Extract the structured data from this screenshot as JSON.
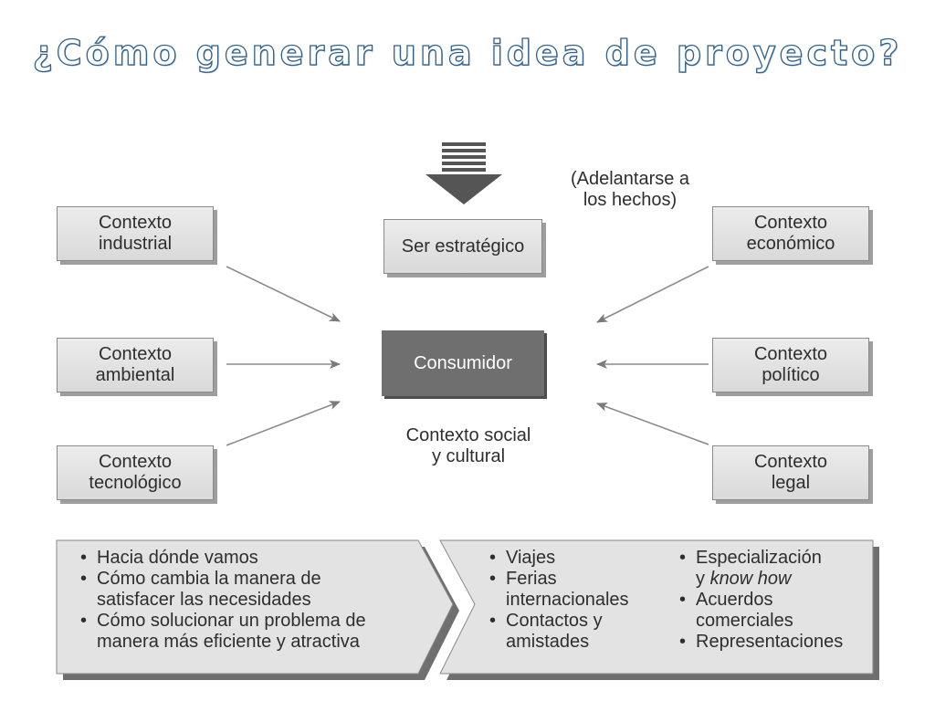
{
  "title": "¿Cómo generar una idea de proyecto?",
  "top": {
    "strategic_label": "Ser estratégico",
    "note_line1": "(Adelantarse a",
    "note_line2": "los hechos)"
  },
  "center": {
    "consumer_label": "Consumidor",
    "social_line1": "Contexto social",
    "social_line2": "y cultural"
  },
  "contexts": {
    "industrial": [
      "Contexto",
      "industrial"
    ],
    "ambiental": [
      "Contexto",
      "ambiental"
    ],
    "tecnologico": [
      "Contexto",
      "tecnológico"
    ],
    "economico": [
      "Contexto",
      "económico"
    ],
    "politico": [
      "Contexto",
      "político"
    ],
    "legal": [
      "Contexto",
      "legal"
    ]
  },
  "bottom": {
    "left_items": [
      [
        "Hacia dónde vamos"
      ],
      [
        "Cómo cambia la manera de",
        "satisfacer las necesidades"
      ],
      [
        "Cómo solucionar un problema de",
        "manera más eficiente y atractiva"
      ]
    ],
    "middle_items": [
      [
        "Viajes"
      ],
      [
        "Ferias",
        "internacionales"
      ],
      [
        "Contactos y",
        "amistades"
      ]
    ],
    "right_items": {
      "item1_line1": "Especialización",
      "item1_line2_prefix": "y ",
      "item1_line2_italic": "know how",
      "item2_line1": "Acuerdos",
      "item2_line2": "comerciales",
      "item3_line1": "Representaciones"
    }
  },
  "colors": {
    "title_outline": "#2f5f8a",
    "box_fill": "#e2e2e2",
    "consumer_fill": "#6f6f6f",
    "arrow": "#7a7a7a"
  }
}
